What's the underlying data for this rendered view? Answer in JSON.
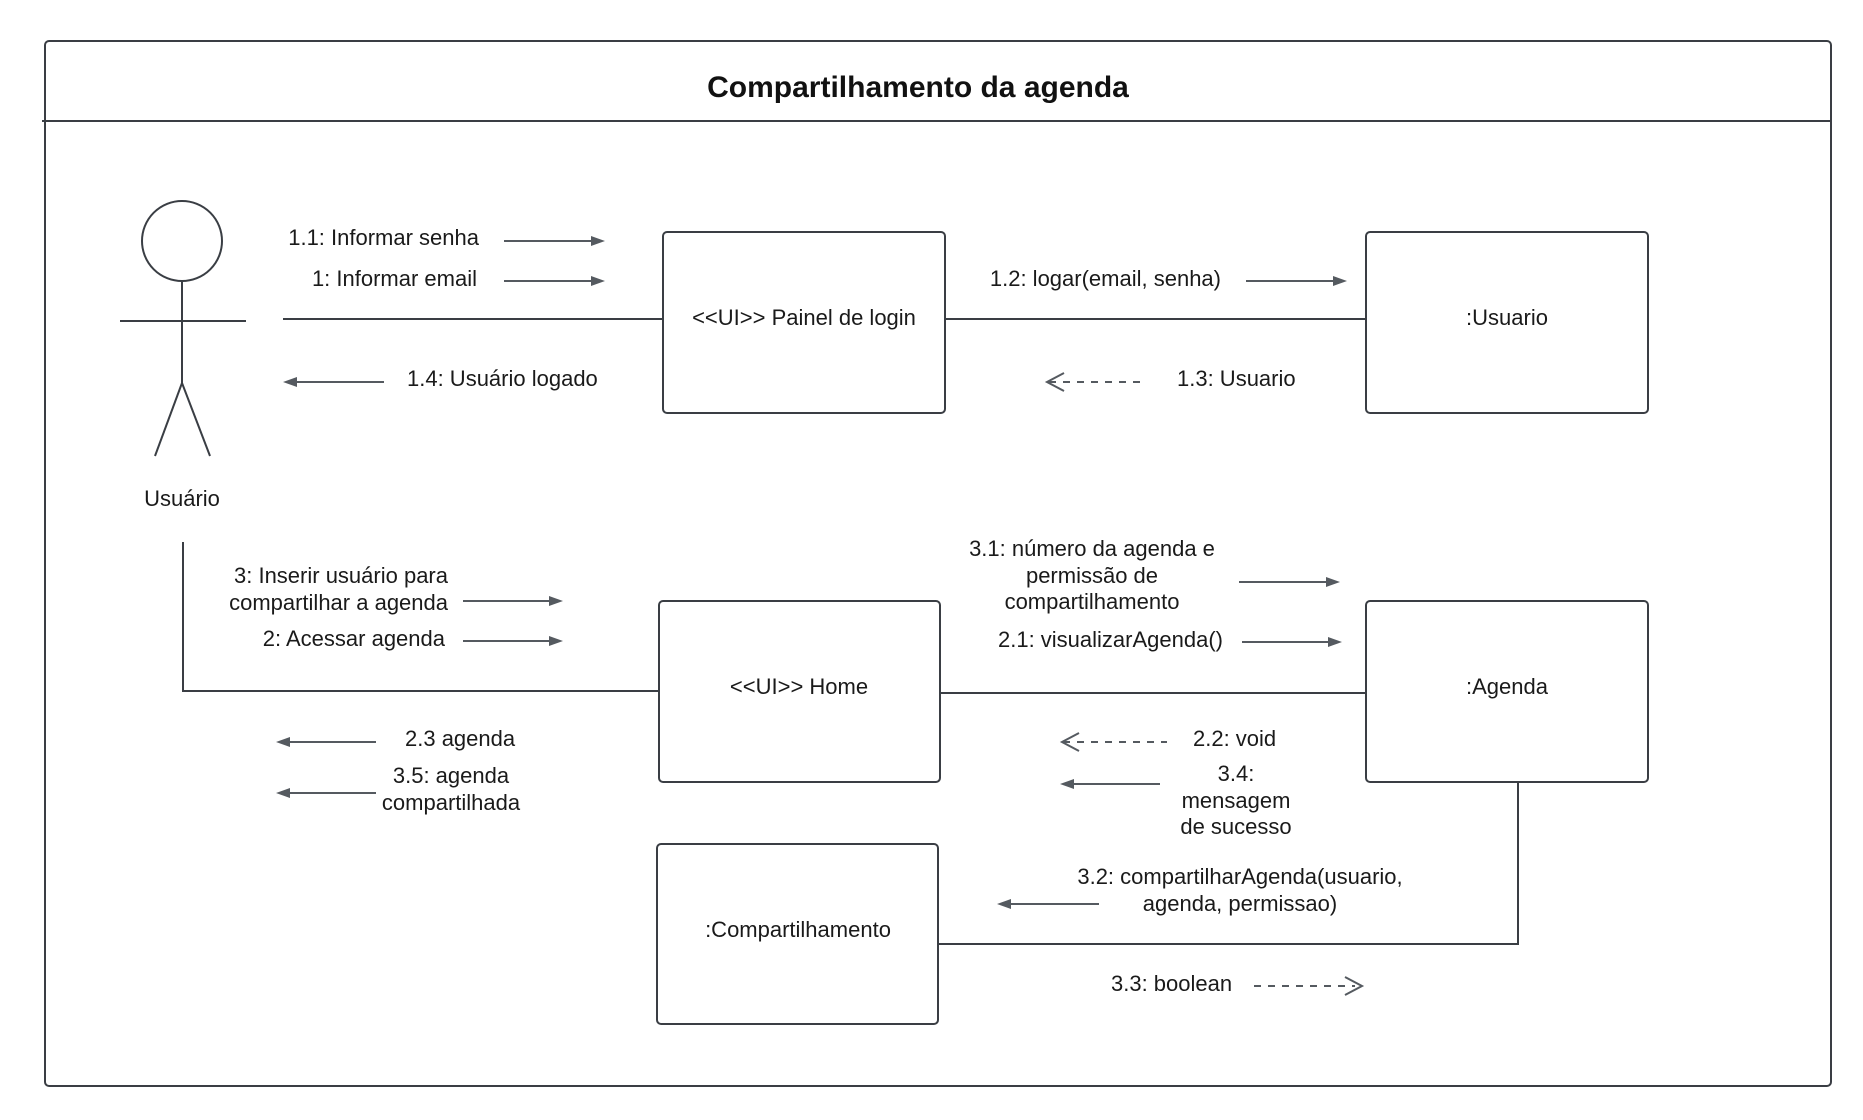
{
  "title": "Compartilhamento da agenda",
  "actor": {
    "label": "Usuário"
  },
  "objects": {
    "painel_login": "<<UI>> Painel de login",
    "usuario": ":Usuario",
    "home": "<<UI>> Home",
    "agenda": ":Agenda",
    "compartilhamento": ":Compartilhamento"
  },
  "messages": {
    "m1_1": "1.1: Informar senha",
    "m1": "1: Informar email",
    "m1_4": "1.4: Usuário logado",
    "m1_2": "1.2: logar(email, senha)",
    "m1_3": "1.3: Usuario",
    "m3_line1": "3: Inserir usuário para",
    "m3_line2": "compartilhar a agenda",
    "m2": "2: Acessar agenda",
    "m2_3": "2.3 agenda",
    "m3_5_line1": "3.5: agenda",
    "m3_5_line2": "compartilhada",
    "m3_1_line1": "3.1: número da agenda e",
    "m3_1_line2": "permissão de",
    "m3_1_line3": "compartilhamento",
    "m2_1": "2.1: visualizarAgenda()",
    "m2_2": "2.2: void",
    "m3_4_line1": "3.4:",
    "m3_4_line2": "mensagem",
    "m3_4_line3": "de sucesso",
    "m3_2_line1": "3.2: compartilharAgenda(usuario,",
    "m3_2_line2": "agenda, permissao)",
    "m3_3": "3.3: boolean"
  }
}
